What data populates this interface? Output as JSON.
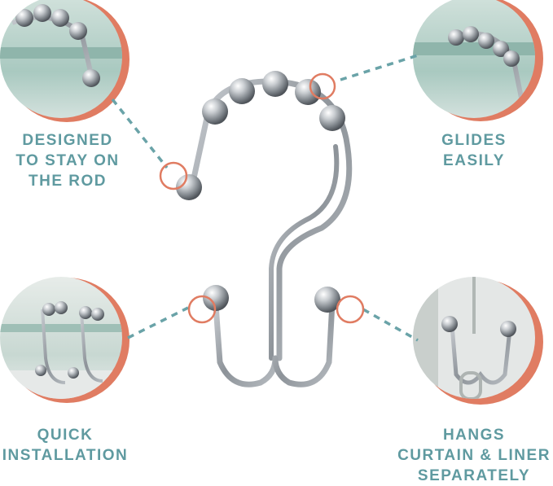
{
  "features": [
    {
      "id": "stay",
      "lines": [
        "DESIGNED",
        "TO STAY ON",
        "THE ROD"
      ]
    },
    {
      "id": "glide",
      "lines": [
        "GLIDES",
        "EASILY"
      ]
    },
    {
      "id": "install",
      "lines": [
        "QUICK",
        "INSTALLATION"
      ]
    },
    {
      "id": "hangs",
      "lines": [
        "HANGS",
        "CURTAIN & LINER",
        "SEPARATELY"
      ]
    }
  ],
  "colors": {
    "accent_ring": "#e07c62",
    "label_teal": "#5f9aa0",
    "dash_teal": "#6aa3a8",
    "chrome": "#9aa0a6"
  }
}
